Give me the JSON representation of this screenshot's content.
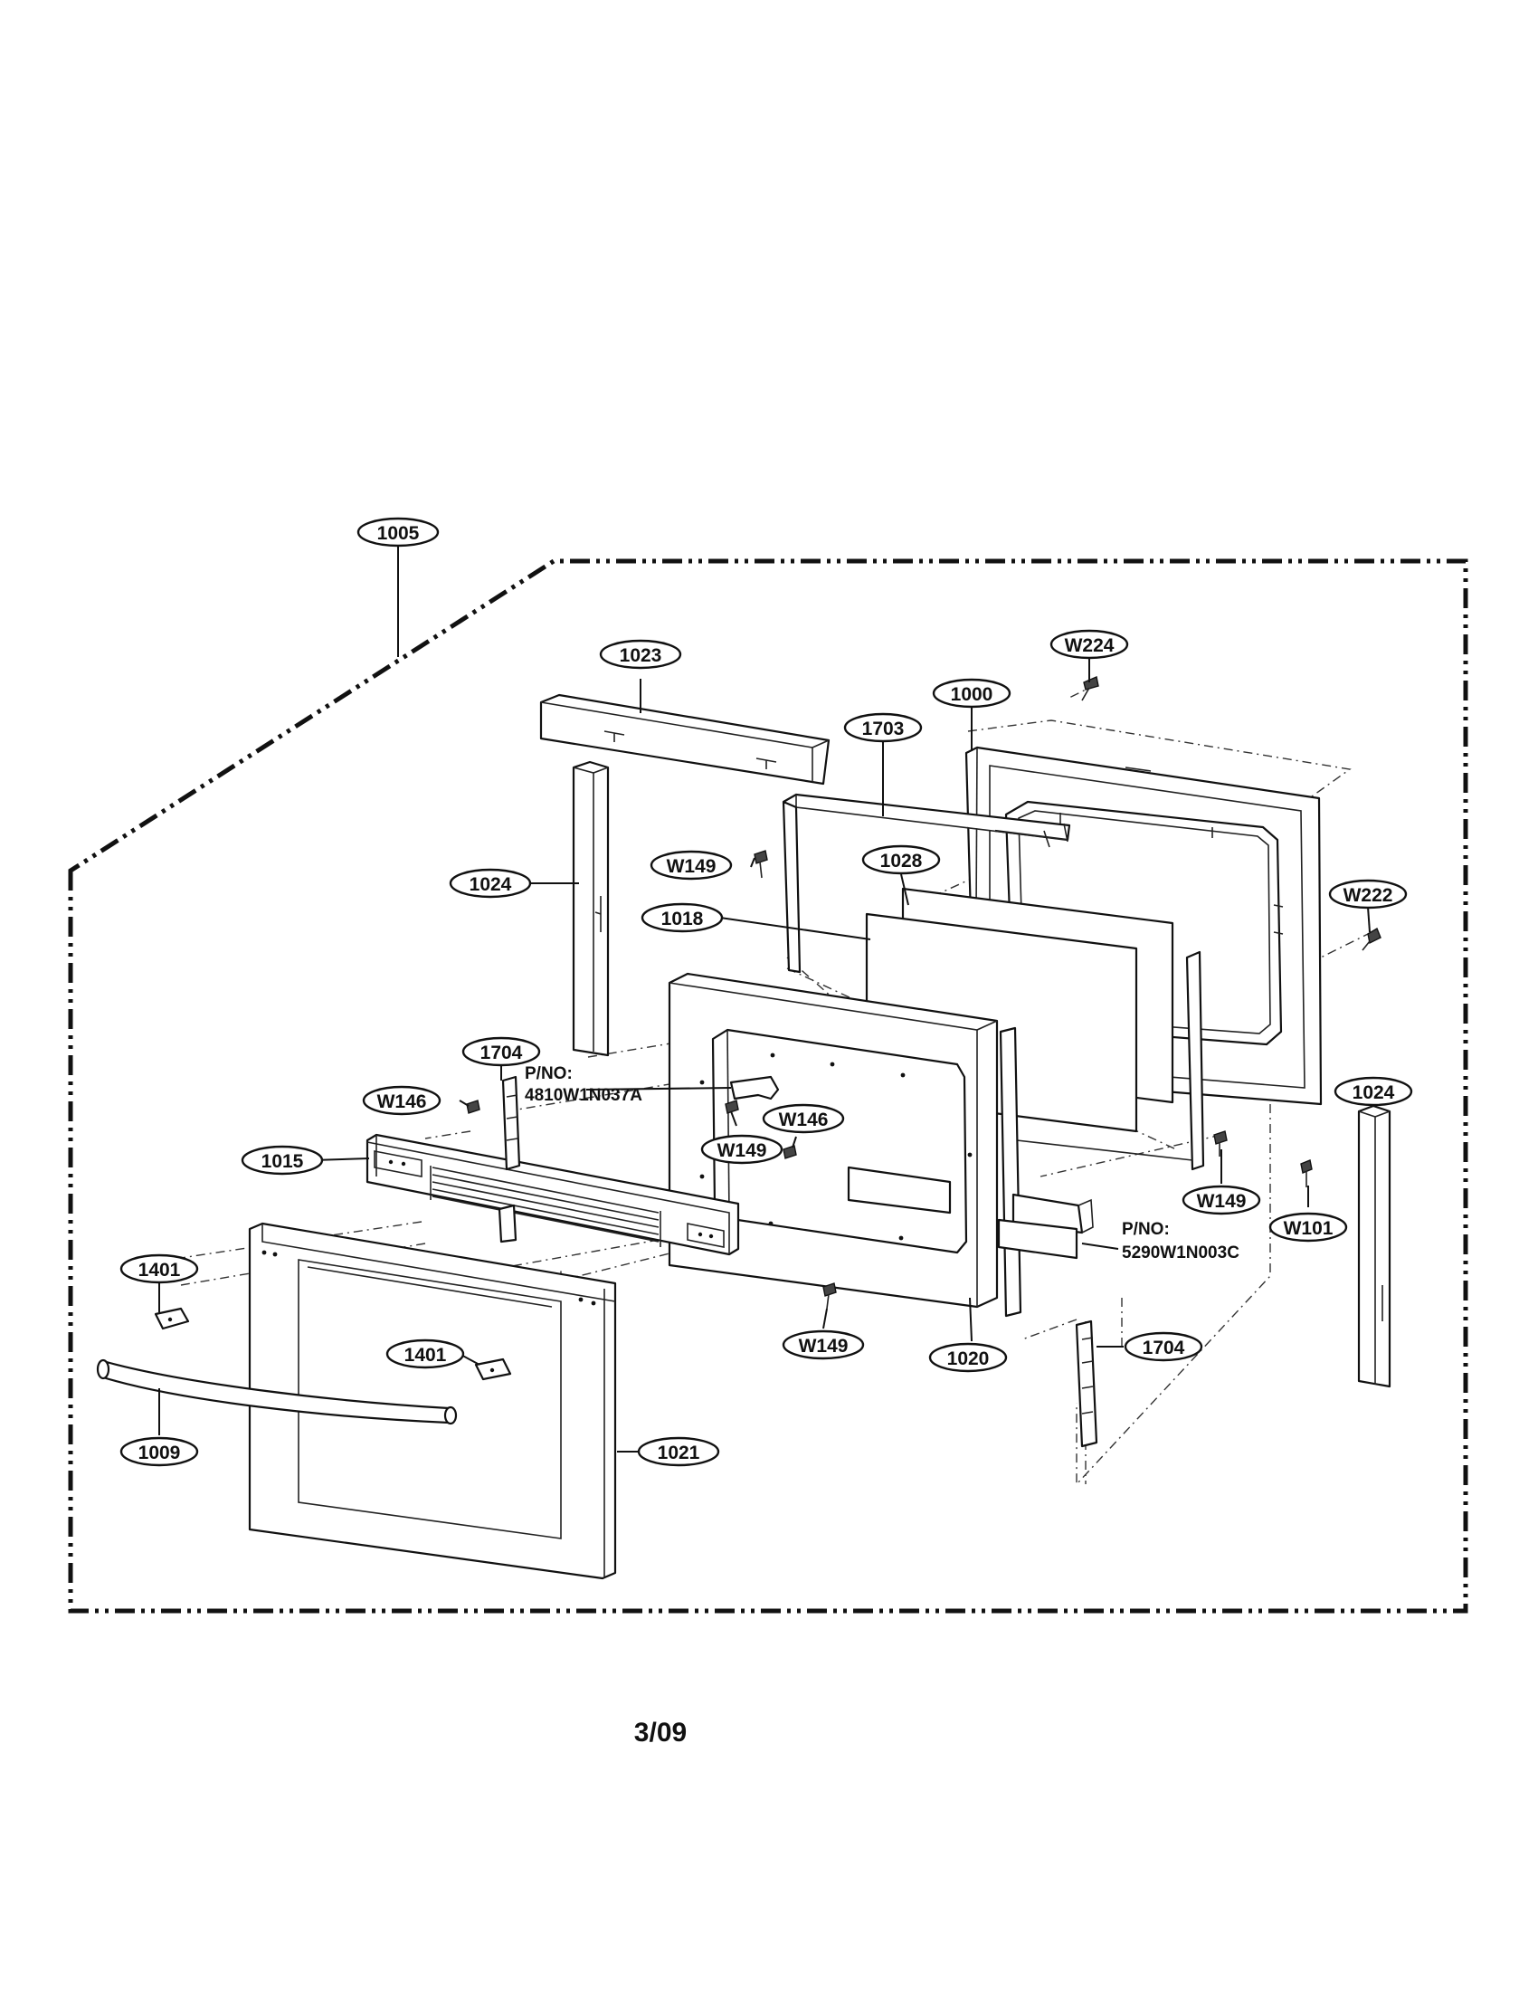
{
  "callouts": {
    "c1005": "1005",
    "c1023": "1023",
    "cW224": "W224",
    "c1000": "1000",
    "c1703": "1703",
    "c1024a": "1024",
    "cW149a": "W149",
    "c1028": "1028",
    "cW222": "W222",
    "c1018": "1018",
    "c1704a": "1704",
    "cW146a": "W146",
    "cW146b": "W146",
    "cW149b": "W149",
    "c1015": "1015",
    "c1024b": "1024",
    "cW149c": "W149",
    "cW101": "W101",
    "c1401a": "1401",
    "c1401b": "1401",
    "cW149d": "W149",
    "c1020": "1020",
    "c1704b": "1704",
    "c1009": "1009",
    "c1021": "1021"
  },
  "part_numbers": {
    "pno1_label": "P/NO:",
    "pno1_value": "4810W1N037A",
    "pno2_label": "P/NO:",
    "pno2_value": "5290W1N003C"
  },
  "footer": {
    "page_code": "3/09"
  }
}
